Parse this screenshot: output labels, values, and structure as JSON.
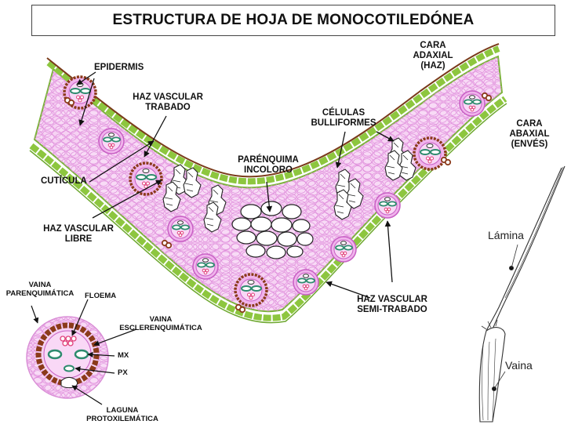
{
  "title": "ESTRUCTURA DE HOJA DE MONOCOTILEDÓNEA",
  "labels": {
    "cara_adaxial": [
      "CARA",
      "ADAXIAL",
      "(HAZ)"
    ],
    "cara_abaxial": [
      "CARA",
      "ABAXIAL",
      "(ENVÉS)"
    ],
    "epidermis": "EPIDERMIS",
    "haz_trabado": [
      "HAZ VASCULAR",
      "TRABADO"
    ],
    "celulas_bulliformes": [
      "CÉLULAS",
      "BULLIFORMES"
    ],
    "parenquima_incoloro": [
      "PARÉNQUIMA",
      "INCOLORO"
    ],
    "cuticula": "CUTÍCULA",
    "haz_libre": [
      "HAZ VASCULAR",
      "LIBRE"
    ],
    "haz_semitrabado": [
      "HAZ VASCULAR",
      "SEMI-TRABADO"
    ]
  },
  "inset_labels": {
    "vaina_parenquimatica": [
      "VAINA",
      "PARENQUIMÁTICA"
    ],
    "floema": "FLOEMA",
    "vaina_esclerenquimatica": [
      "VAINA",
      "ESCLERENQUIMÁTICA"
    ],
    "mx": "MX",
    "px": "PX",
    "laguna": [
      "LAGUNA",
      "PROTOXILEMÁTICA"
    ]
  },
  "plant_labels": {
    "lamina": "Lámina",
    "vaina": "Vaina"
  },
  "colors": {
    "parenchyma": "#f3c6f0",
    "parenchyma_stroke": "#d98fd6",
    "epidermis": "#8dc63f",
    "cuticle": "#7a3b1a",
    "xylem": "#2e8b6e",
    "phloem": "#e0407a",
    "sclerenchyma": "#8b3a1a"
  }
}
